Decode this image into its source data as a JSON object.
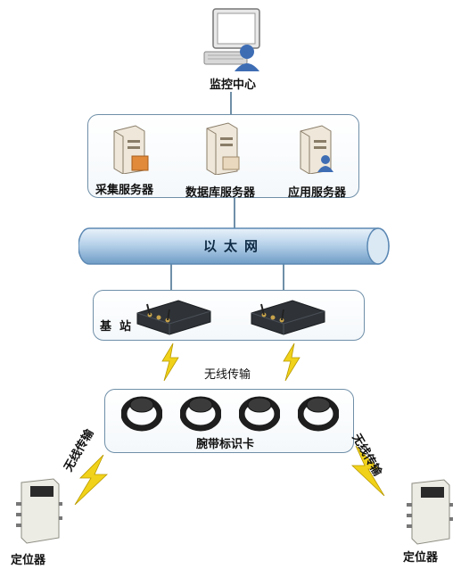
{
  "monitor": {
    "label": "监控中心"
  },
  "servers": [
    {
      "label": "采集服务器"
    },
    {
      "label": "数据库服务器"
    },
    {
      "label": "应用服务器"
    }
  ],
  "network": {
    "label": "以太网"
  },
  "base_station": {
    "label": "基  站"
  },
  "wireless": {
    "center_label": "无线传输",
    "left_label": "无线传输",
    "right_label": "无线传输"
  },
  "tags": {
    "label": "腕带标识卡"
  },
  "locators": {
    "left_label": "定位器",
    "right_label": "定位器"
  },
  "colors": {
    "frame": "#6f8fa8",
    "pipe": "#8bb3d4",
    "bolt": "#f1d21a"
  }
}
